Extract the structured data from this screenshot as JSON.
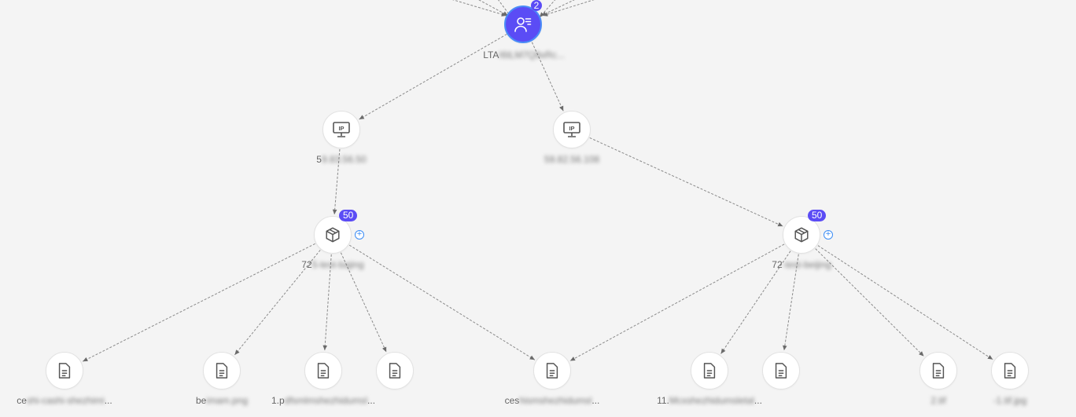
{
  "graph": {
    "root": {
      "icon": "user-key-icon",
      "label_visible": "LTA",
      "label_hidden": "I6tLM7Q8xRc...",
      "badge": "2"
    },
    "ips": [
      {
        "icon": "ip-monitor-icon",
        "icon_text": "IP",
        "label_visible": "5",
        "label_hidden": "9.83.56.50"
      },
      {
        "icon": "ip-monitor-icon",
        "icon_text": "IP",
        "label_visible": "",
        "label_hidden": "59.82.56.108"
      }
    ],
    "buckets": [
      {
        "icon": "box-icon",
        "badge": "50",
        "label_visible": "72",
        "label_hidden": "5-test-bajing"
      },
      {
        "icon": "box-icon",
        "badge": "50",
        "label_visible": "72",
        "label_hidden": "-test-beijing"
      }
    ],
    "files": [
      {
        "icon": "file-icon",
        "label_visible": "ce",
        "label_hidden": "shi-cashi-shezhimi",
        "suffix": "..."
      },
      {
        "icon": "file-icon",
        "label_visible": "be",
        "label_hidden": "imam.png",
        "suffix": ""
      },
      {
        "icon": "file-icon",
        "label_visible": "1.p",
        "label_hidden": "dfsmlmshezhidumsl",
        "suffix": "..."
      },
      {
        "icon": "file-icon",
        "label_visible": "",
        "label_hidden": "",
        "suffix": ""
      },
      {
        "icon": "file-icon",
        "label_visible": "ces",
        "label_hidden": "hismshezhidumsl",
        "suffix": "..."
      },
      {
        "icon": "file-icon",
        "label_visible": "11.",
        "label_hidden": "Mcxshezhidumsletal",
        "suffix": "..."
      },
      {
        "icon": "file-icon",
        "label_visible": "",
        "label_hidden": "",
        "suffix": ""
      },
      {
        "icon": "file-icon",
        "label_visible": "",
        "label_hidden": "2.tif",
        "suffix": ""
      },
      {
        "icon": "file-icon",
        "label_visible": "",
        "label_hidden": "-1.tif.jpg",
        "suffix": ""
      }
    ]
  },
  "colors": {
    "accent": "#5b4cf5",
    "edge": "#8a8a8a",
    "expand": "#3c8df5"
  }
}
